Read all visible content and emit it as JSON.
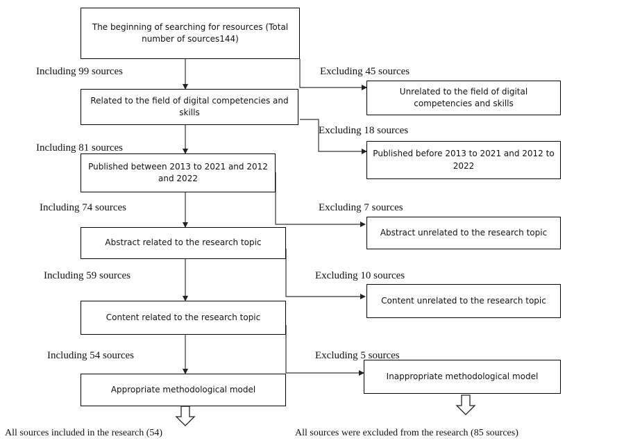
{
  "boxes": {
    "start": "The beginning of searching for resources (Total number of sources144)",
    "inc1": "Related to the field of digital competencies and skills",
    "inc2": "Published between 2013 to 2021 and 2012 and 2022",
    "inc3": "Abstract related to the research topic",
    "inc4": "Content related to the research topic",
    "inc5": "Appropriate methodological model",
    "exc1": "Unrelated to the field of digital competencies and skills",
    "exc2": "Published before 2013 to 2021 and 2012 to 2022",
    "exc3": "Abstract unrelated to the research topic",
    "exc4": "Content unrelated to the research topic",
    "exc5": "Inappropriate methodological model"
  },
  "labels": {
    "including": [
      "Including 99 sources",
      "Including 81 sources",
      "Including 74 sources",
      "Including 59 sources",
      "Including 54 sources"
    ],
    "excluding": [
      "Excluding 45 sources",
      "Excluding 18 sources",
      "Excluding 7 sources",
      "Excluding 10 sources",
      "Excluding 5 sources"
    ]
  },
  "footer": {
    "included": "All sources included in the research (54)",
    "excluded": "All sources were excluded from the research (85 sources)"
  }
}
